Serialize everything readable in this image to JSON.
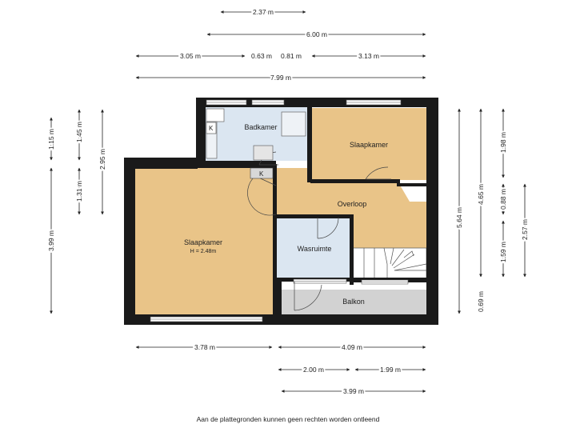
{
  "dimensions_top": [
    "2.37 m",
    "6.00 m",
    "3.05 m",
    "0.63 m",
    "0.81 m",
    "3.13 m",
    "7.99 m"
  ],
  "dimensions_bottom": [
    "3.78 m",
    "4.09 m",
    "2.00 m",
    "1.99 m",
    "3.99 m"
  ],
  "dimensions_left": [
    "1.15 m",
    "1.45 m",
    "2.95 m",
    "1.31 m",
    "3.99 m"
  ],
  "dimensions_right": [
    "5.64 m",
    "4.65 m",
    "1.98 m",
    "0.88 m",
    "1.59 m",
    "2.57 m",
    "0.69 m"
  ],
  "rooms": {
    "badkamer": "Badkamer",
    "slaapkamer_right": "Slaapkamer",
    "overloop": "Overloop",
    "slaapkamer_left": "Slaapkamer",
    "slaapkamer_left_height": "H = 2.48m",
    "wasruimte": "Wasruimte",
    "balkon": "Balkon"
  },
  "closet_labels": [
    "K",
    "K"
  ],
  "disclaimer": "Aan de plattegronden kunnen geen rechten worden ontleend",
  "colors": {
    "wall": "#1a1a1a",
    "warm_room": "#e9c488",
    "cool_room": "#dbe6f1",
    "balcony": "#d2d2d2",
    "stairs": "#ffffff"
  }
}
